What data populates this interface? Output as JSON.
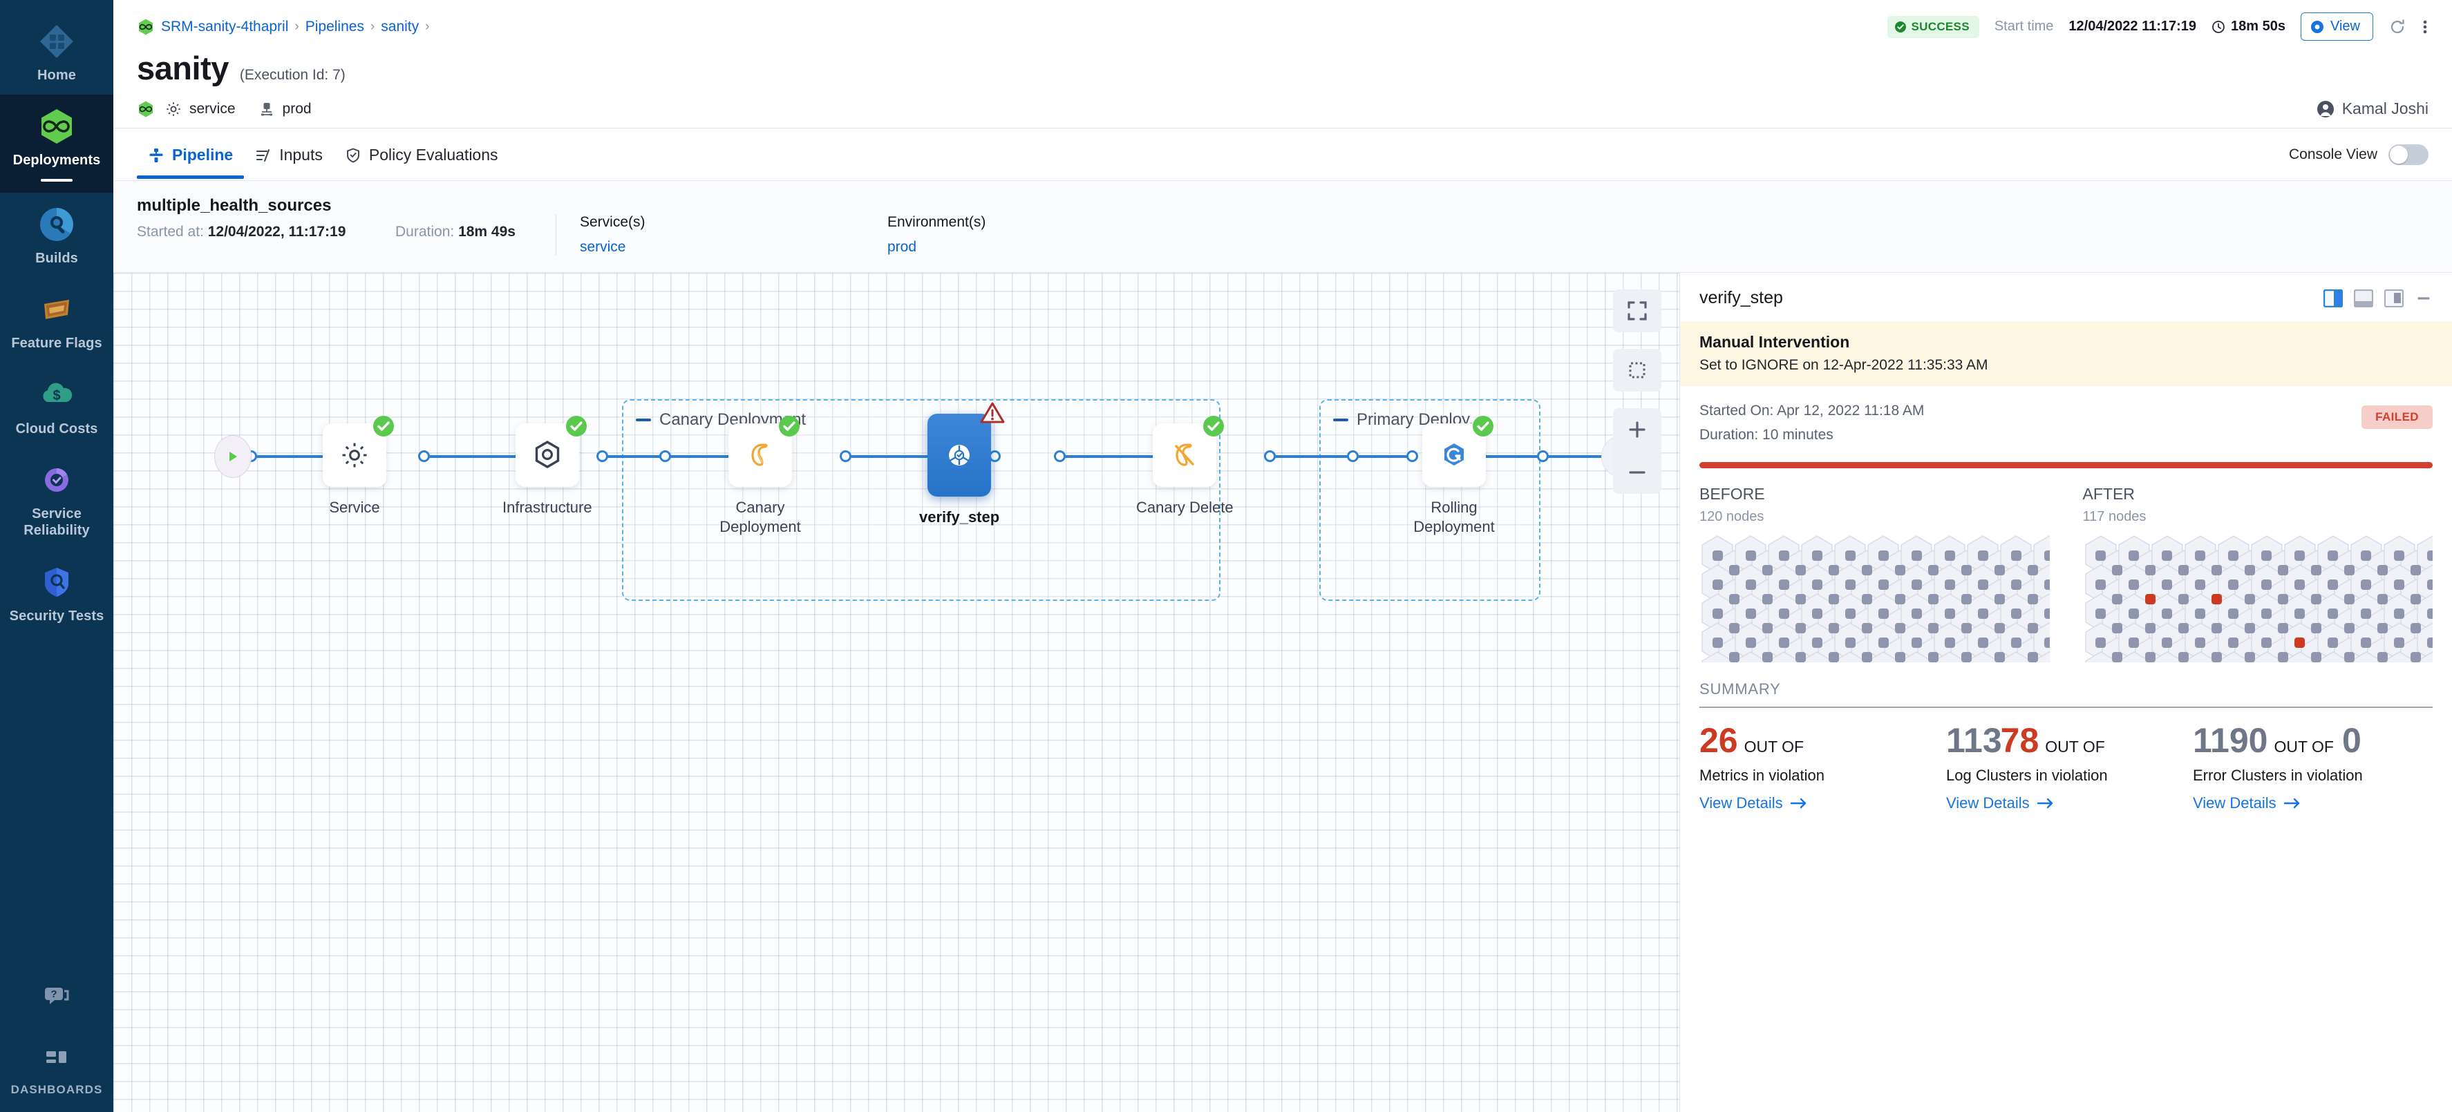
{
  "sidebar": {
    "items": [
      {
        "label": "Home",
        "icon": "home-grid-icon",
        "active": false
      },
      {
        "label": "Deployments",
        "icon": "deployments-infinity-icon",
        "active": true
      },
      {
        "label": "Builds",
        "icon": "builds-icon",
        "active": false
      },
      {
        "label": "Feature Flags",
        "icon": "feature-flags-icon",
        "active": false
      },
      {
        "label": "Cloud Costs",
        "icon": "cloud-costs-icon",
        "active": false
      },
      {
        "label": "Service Reliability",
        "icon": "service-reliability-icon",
        "active": false
      },
      {
        "label": "Security Tests",
        "icon": "security-tests-shield-icon",
        "active": false
      }
    ],
    "help_icon": "help-chat-icon",
    "dashboards": {
      "label": "DASHBOARDS",
      "icon": "dashboards-grid-icon"
    }
  },
  "header": {
    "breadcrumbs": [
      {
        "label": "SRM-sanity-4thapril",
        "icon": "deployments-infinity-icon"
      },
      {
        "label": "Pipelines"
      },
      {
        "label": "sanity"
      }
    ],
    "status": {
      "label": "SUCCESS",
      "color": "#1b8a2c",
      "bg": "#e4f7e6",
      "icon": "check-circle-icon"
    },
    "start_time_label": "Start time",
    "start_time_value": "12/04/2022 11:17:19",
    "duration_value": "18m 50s",
    "duration_icon": "clock-icon",
    "view_button": {
      "label": "View",
      "icon": "eye-icon"
    },
    "refresh_icon": "refresh-icon",
    "more_icon": "more-vertical-icon",
    "title": "sanity",
    "execution_id": "(Execution Id: 7)",
    "meta": [
      {
        "label": "service",
        "icon": "gear-icon",
        "status_icon": "deployments-infinity-icon"
      },
      {
        "label": "prod",
        "icon": "environment-icon"
      }
    ],
    "user": {
      "name": "Kamal Joshi",
      "icon": "user-avatar-icon"
    }
  },
  "tabs": {
    "items": [
      {
        "label": "Pipeline",
        "icon": "pipeline-icon",
        "active": true
      },
      {
        "label": "Inputs",
        "icon": "inputs-icon",
        "active": false
      },
      {
        "label": "Policy Evaluations",
        "icon": "policy-shield-icon",
        "active": false
      }
    ],
    "console_view": {
      "label": "Console View",
      "enabled": false
    }
  },
  "stage_info": {
    "name": "multiple_health_sources",
    "started_label": "Started at:",
    "started_value": "12/04/2022, 11:17:19",
    "duration_label": "Duration:",
    "duration_value": "18m 49s",
    "services": {
      "header": "Service(s)",
      "value": "service"
    },
    "environments": {
      "header": "Environment(s)",
      "value": "prod"
    }
  },
  "canvas": {
    "controls": [
      {
        "name": "fit-to-screen-button",
        "icon": "fit-screen-icon"
      },
      {
        "name": "select-area-button",
        "icon": "marquee-select-icon"
      },
      {
        "name": "zoom-in-button",
        "icon": "plus-icon"
      },
      {
        "name": "zoom-out-button",
        "icon": "minus-icon"
      }
    ],
    "groups": [
      {
        "label": "Canary Deployment",
        "collapse_icon": "collapse-dash-icon"
      },
      {
        "label": "Primary Deploy...",
        "collapse_icon": "collapse-dash-icon"
      }
    ],
    "nodes": [
      {
        "label": "Service",
        "icon": "gear-icon",
        "status": "success",
        "selected": false
      },
      {
        "label": "Infrastructure",
        "icon": "hexagon-infra-icon",
        "status": "success",
        "selected": false
      },
      {
        "label": "Canary Deployment",
        "icon": "canary-bird-icon",
        "status": "success",
        "selected": false
      },
      {
        "label": "verify_step",
        "icon": "verify-icon",
        "status": "warning",
        "selected": true
      },
      {
        "label": "Canary Delete",
        "icon": "canary-delete-icon",
        "status": "success",
        "selected": false
      },
      {
        "label": "Rolling Deployment",
        "icon": "rolling-deployment-icon",
        "status": "success",
        "selected": false
      }
    ],
    "start_icon": "play-icon",
    "end_icon": "stop-icon"
  },
  "details": {
    "title": "verify_step",
    "header_icons": [
      {
        "name": "split-view-right-icon",
        "active": true
      },
      {
        "name": "split-view-bottom-icon",
        "active": false
      },
      {
        "name": "split-view-panel-icon",
        "active": false
      },
      {
        "name": "minimize-icon",
        "active": false
      }
    ],
    "manual_intervention": {
      "title": "Manual Intervention",
      "subtitle": "Set to IGNORE on 12-Apr-2022 11:35:33 AM"
    },
    "started_on": "Started On: Apr 12, 2022 11:18 AM",
    "duration": "Duration: 10 minutes",
    "status_pill": {
      "label": "FAILED",
      "color": "#d1402c",
      "bg": "#f6cdc8"
    },
    "before": {
      "header": "BEFORE",
      "nodes": "120 nodes"
    },
    "after": {
      "header": "AFTER",
      "nodes": "117 nodes"
    },
    "summary_header": "SUMMARY",
    "summary_cards": [
      {
        "numerator": "26",
        "numerator_color": "red",
        "out_of": "OUT OF",
        "denominator": "",
        "description": "Metrics in violation",
        "link": "View Details",
        "link_icon": "arrow-right-icon"
      },
      {
        "numerator": "113",
        "numerator_color": "gray",
        "overlay": "78",
        "overlay_color": "red",
        "out_of": "OUT OF",
        "denominator": "",
        "description": "Log Clusters in violation",
        "link": "View Details",
        "link_icon": "arrow-right-icon"
      },
      {
        "numerator": "1190",
        "numerator_color": "gray",
        "out_of": "OUT OF",
        "denominator": "0",
        "denominator_color": "gray",
        "description": "Error Clusters in violation",
        "link": "View Details",
        "link_icon": "arrow-right-icon"
      }
    ]
  },
  "hex_grids": {
    "before": {
      "cols": 13,
      "rows": 5,
      "special": []
    },
    "after": {
      "cols": 13,
      "rows": 5,
      "special": [
        {
          "col": 11,
          "row": 0,
          "offset": true,
          "color": "green"
        },
        {
          "col": 1,
          "row": 1,
          "offset": true,
          "color": "red"
        },
        {
          "col": 3,
          "row": 1,
          "offset": true,
          "color": "red"
        },
        {
          "col": 6,
          "row": 3,
          "offset": false,
          "color": "red"
        }
      ]
    }
  },
  "colors": {
    "accent_blue": "#0a63d2",
    "success_green": "#47c25b",
    "fail_red": "#cd3a22",
    "nav_bg": "#0b3553",
    "nav_active_bg": "#0a1f33"
  }
}
